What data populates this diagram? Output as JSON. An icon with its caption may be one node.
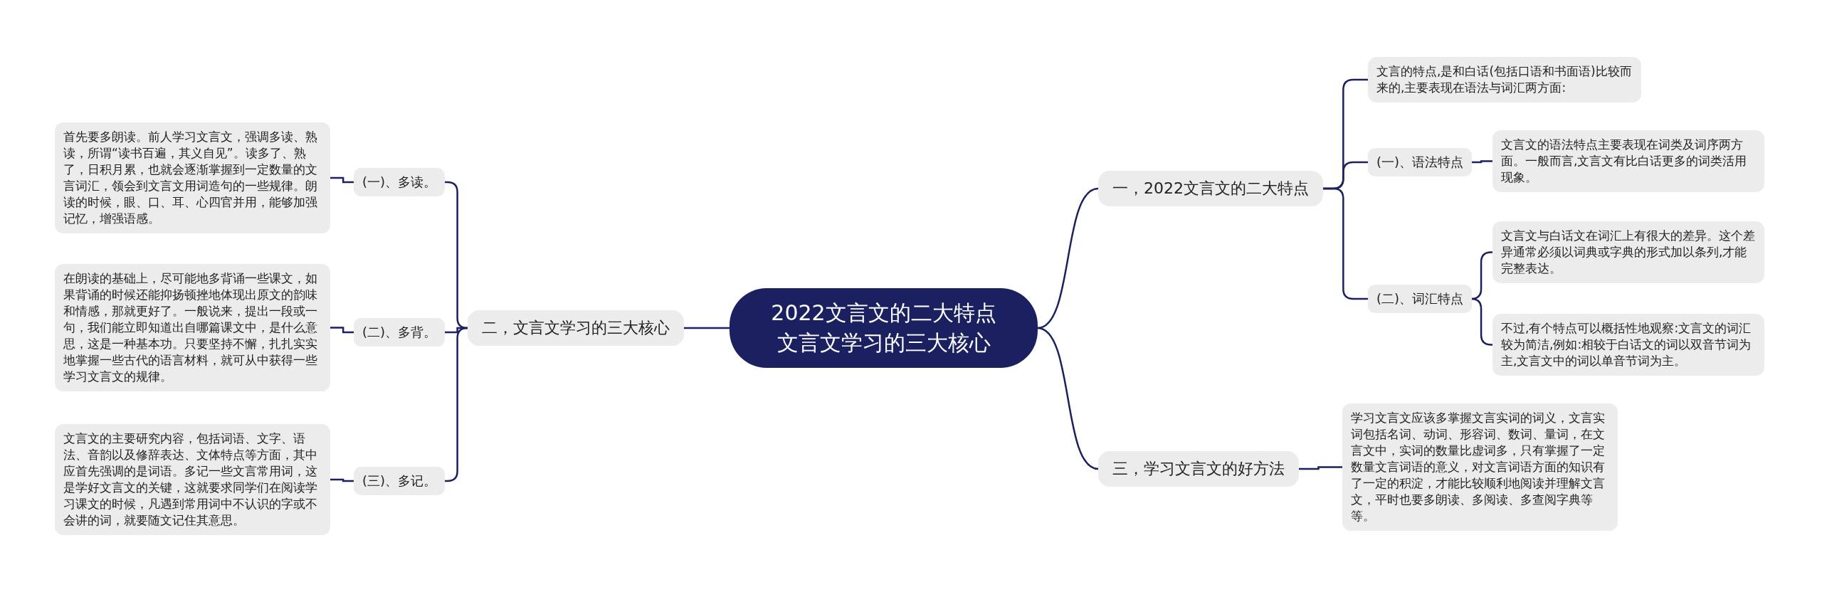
{
  "diagram": {
    "nodes": [
      {
        "text": [
          "2022文言文的二大特点",
          "文言文学习的三大核心"
        ]
      },
      {
        "text": [
          "一，2022文言文的二大特点"
        ]
      },
      {
        "text": [
          "文言的特点,是和白话(包括口语和书面语)比较而来的,主要表现在语法与词汇两方面:"
        ]
      },
      {
        "text": [
          "(一)、语法特点"
        ]
      },
      {
        "text": [
          "文言文的语法特点主要表现在词类及词序两方面。一般而言,文言文有比白话更多的词类活用现象。"
        ]
      },
      {
        "text": [
          "(二)、词汇特点"
        ]
      },
      {
        "text": [
          "文言文与白话文在词汇上有很大的差异。这个差异通常必须以词典或字典的形式加以条列,才能完整表达。"
        ]
      },
      {
        "text": [
          "不过,有个特点可以概括性地观察:文言文的词汇较为简洁,例如:相较于白话文的词以双音节词为主,文言文中的词以单音节词为主。"
        ]
      },
      {
        "text": [
          "三，学习文言文的好方法"
        ]
      },
      {
        "text": [
          "学习文言文应该多掌握文言实词的词义，文言实词包括名词、动词、形容词、数词、量词，在文言文中，实词的数量比虚词多，只有掌握了一定数量文言词语的意义，对文言词语方面的知识有了一定的积淀，才能比较顺利地阅读并理解文言文，平时也要多朗读、多阅读、多查阅字典等等。"
        ]
      },
      {
        "text": [
          "二，文言文学习的三大核心"
        ]
      },
      {
        "text": [
          "(一)、多读。"
        ]
      },
      {
        "text": [
          "首先要多朗读。前人学习文言文，强调多读、熟读，所谓“读书百遍，其义自见”。读多了、熟了，日积月累，也就会逐渐掌握到一定数量的文言词汇，领会到文言文用词造句的一些规律。朗读的时候，眼、口、耳、心四官并用，能够加强记忆，增强语感。"
        ]
      },
      {
        "text": [
          "(二)、多背。"
        ]
      },
      {
        "text": [
          "在朗读的基础上，尽可能地多背诵一些课文，如果背诵的时候还能抑扬顿挫地体现出原文的韵味和情感，那就更好了。一般说来，提出一段或一句，我们能立即知道出自哪篇课文中，是什么意思，这是一种基本功。只要坚持不懈，扎扎实实地掌握一些古代的语言材料，就可从中获得一些学习文言文的规律。"
        ]
      },
      {
        "text": [
          "(三)、多记。"
        ]
      },
      {
        "text": [
          "文言文的主要研究内容，包括词语、文字、语法、音韵以及修辞表达、文体特点等方面，其中应首先强调的是词语。多记一些文言常用词，这是学好文言文的关键，这就要求同学们在阅读学习课文的时候，凡遇到常用词中不认识的字或不会讲的词，就要随文记住其意思。"
        ]
      }
    ],
    "edges": [
      {
        "from": 0,
        "to": 1,
        "arrow": "none"
      },
      {
        "from": 1,
        "to": 2,
        "arrow": "none"
      },
      {
        "from": 1,
        "to": 3,
        "arrow": "none"
      },
      {
        "from": 3,
        "to": 4,
        "arrow": "none"
      },
      {
        "from": 1,
        "to": 5,
        "arrow": "none"
      },
      {
        "from": 5,
        "to": 6,
        "arrow": "none"
      },
      {
        "from": 5,
        "to": 7,
        "arrow": "none"
      },
      {
        "from": 0,
        "to": 8,
        "arrow": "none"
      },
      {
        "from": 8,
        "to": 9,
        "arrow": "none"
      },
      {
        "from": 0,
        "to": 10,
        "arrow": "none"
      },
      {
        "from": 10,
        "to": 11,
        "arrow": "none"
      },
      {
        "from": 11,
        "to": 12,
        "arrow": "none"
      },
      {
        "from": 10,
        "to": 13,
        "arrow": "none"
      },
      {
        "from": 13,
        "to": 14,
        "arrow": "none"
      },
      {
        "from": 10,
        "to": 15,
        "arrow": "none"
      },
      {
        "from": 15,
        "to": 16,
        "arrow": "none"
      }
    ]
  }
}
